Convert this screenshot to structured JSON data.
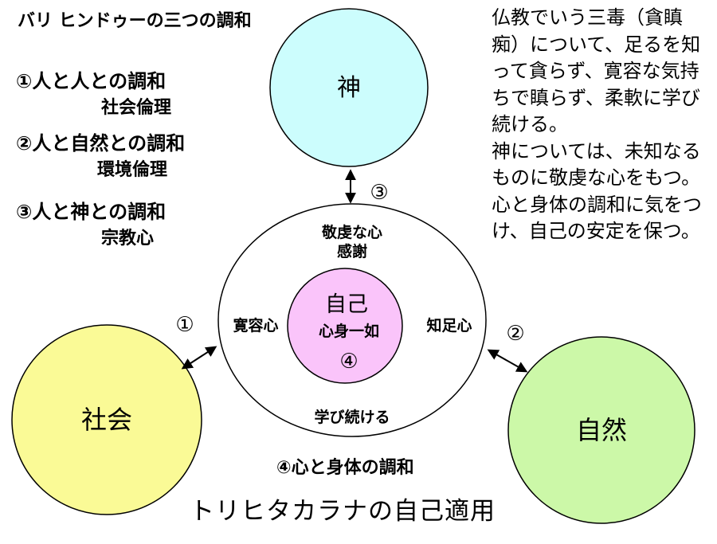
{
  "title": "バリ ヒンドゥーの三つの調和",
  "harmonies": [
    {
      "main": "①人と人との調和",
      "sub": "社会倫理"
    },
    {
      "main": "②人と自然との調和",
      "sub": "環境倫理"
    },
    {
      "main": "③人と神との調和",
      "sub": "宗教心"
    }
  ],
  "right_text": {
    "para1": "仏教でいう三毒（貪瞋痴）について、足るを知って貪らず、寛容な気持ちで瞋らず、柔軟に学び続ける。",
    "para2": "神については、未知なるものに敬虔な心をもつ。心と身体の調和に気をつけ、自己の安定を保つ。"
  },
  "diagram": {
    "god": "神",
    "society": "社会",
    "nature": "自然",
    "self": "自己",
    "self_sub": "心身一如",
    "self_num": "④",
    "ring_top_line1": "敬虔な心",
    "ring_top_line2": "感謝",
    "ring_left": "寛容心",
    "ring_right": "知足心",
    "ring_bottom": "学び続ける",
    "num1": "①",
    "num2": "②",
    "num3": "③",
    "colors": {
      "god": "#ccfdfd",
      "society": "#fafa96",
      "nature": "#ccf8a8",
      "self": "#fac4fa",
      "ring": "#ffffff"
    }
  },
  "harmony4": "④心と身体の調和",
  "footer_title": "トリヒタカラナの自己適用"
}
